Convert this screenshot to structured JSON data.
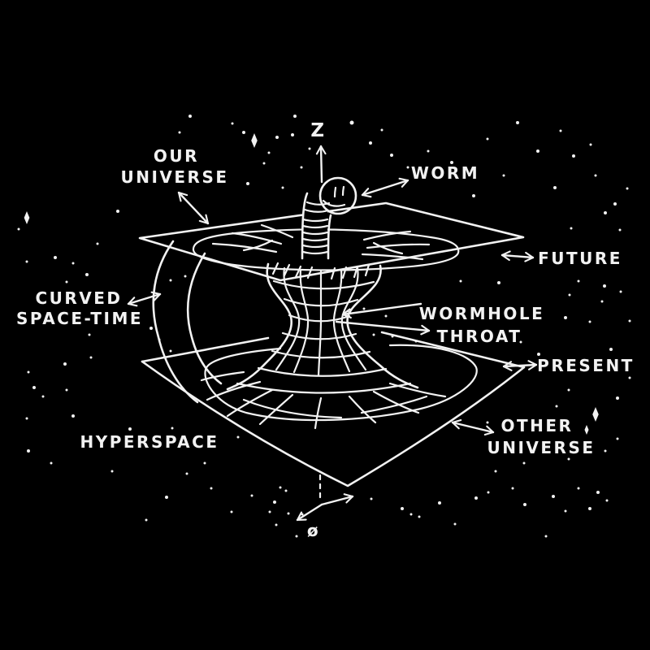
{
  "diagram": {
    "axis_top": "Z",
    "axis_bottom": "ø",
    "labels": {
      "our_universe": {
        "line1": "OUR",
        "line2": "UNIVERSE"
      },
      "worm": "WORM",
      "future": "FUTURE",
      "curved_space_time": {
        "line1": "CURVED",
        "line2": "SPACE-TIME"
      },
      "wormhole_throat": {
        "line1": "WORMHOLE",
        "line2": "THROAT"
      },
      "present": "PRESENT",
      "hyperspace": "HYPERSPACE",
      "other_universe": {
        "line1": "OTHER",
        "line2": "UNIVERSE"
      }
    }
  },
  "colors": {
    "background": "#000000",
    "ink": "#f2f2f2"
  },
  "decor": {
    "star_dots": [
      [
        363,
        143,
        2
      ],
      [
        433,
        151,
        2.5
      ],
      [
        300,
        163,
        2
      ],
      [
        341,
        169,
        2
      ],
      [
        286,
        152,
        1.5
      ],
      [
        331,
        188,
        1.5
      ],
      [
        360,
        166,
        2
      ],
      [
        381,
        183,
        1.5
      ],
      [
        221,
        163,
        1.5
      ],
      [
        234,
        143,
        2
      ],
      [
        456,
        176,
        2
      ],
      [
        470,
        160,
        1.5
      ],
      [
        482,
        191,
        2
      ],
      [
        502,
        206,
        1.5
      ],
      [
        527,
        186,
        1.5
      ],
      [
        556,
        200,
        2
      ],
      [
        600,
        171,
        1.5
      ],
      [
        637,
        151,
        2
      ],
      [
        662,
        186,
        2
      ],
      [
        690,
        161,
        1.5
      ],
      [
        706,
        192,
        2
      ],
      [
        727,
        178,
        1.5
      ],
      [
        583,
        241,
        2
      ],
      [
        620,
        216,
        1.5
      ],
      [
        683,
        231,
        2
      ],
      [
        733,
        216,
        1.5
      ],
      [
        757,
        251,
        2
      ],
      [
        772,
        232,
        1.5
      ],
      [
        325,
        201,
        1.5
      ],
      [
        305,
        226,
        2
      ],
      [
        348,
        231,
        1.5
      ],
      [
        371,
        206,
        1.5
      ],
      [
        145,
        260,
        2
      ],
      [
        120,
        300,
        1.5
      ],
      [
        68,
        317,
        2
      ],
      [
        90,
        324,
        1.5
      ],
      [
        107,
        338,
        2
      ],
      [
        82,
        347,
        1.5
      ],
      [
        23,
        282,
        1.5
      ],
      [
        33,
        322,
        1.5
      ],
      [
        210,
        345,
        1.5
      ],
      [
        228,
        340,
        1.5
      ],
      [
        196,
        418,
        1.5
      ],
      [
        186,
        404,
        2
      ],
      [
        210,
        432,
        1.5
      ],
      [
        110,
        412,
        1.5
      ],
      [
        112,
        440,
        1.5
      ],
      [
        80,
        448,
        2
      ],
      [
        35,
        458,
        1.5
      ],
      [
        42,
        477,
        2
      ],
      [
        53,
        488,
        1.5
      ],
      [
        82,
        480,
        1.5
      ],
      [
        90,
        512,
        2
      ],
      [
        33,
        515,
        1.5
      ],
      [
        35,
        555,
        2
      ],
      [
        63,
        570,
        1.5
      ],
      [
        160,
        528,
        2
      ],
      [
        138,
        580,
        1.5
      ],
      [
        567,
        346,
        1.5
      ],
      [
        614,
        348,
        2
      ],
      [
        701,
        363,
        1.5
      ],
      [
        696,
        391,
        2
      ],
      [
        726,
        396,
        1.5
      ],
      [
        641,
        421,
        1.5
      ],
      [
        663,
        436,
        2
      ],
      [
        703,
        281,
        1.5
      ],
      [
        745,
        262,
        2
      ],
      [
        763,
        283,
        1.5
      ],
      [
        712,
        346,
        1.5
      ],
      [
        744,
        352,
        2
      ],
      [
        764,
        359,
        1.5
      ],
      [
        741,
        371,
        1.5
      ],
      [
        775,
        395,
        1.5
      ],
      [
        752,
        430,
        2
      ],
      [
        775,
        465,
        1.5
      ],
      [
        700,
        480,
        1.5
      ],
      [
        760,
        490,
        2
      ],
      [
        685,
        500,
        1.5
      ],
      [
        428,
        383,
        1.5
      ],
      [
        448,
        380,
        1.5
      ],
      [
        475,
        389,
        1.5
      ],
      [
        460,
        412,
        1.5
      ],
      [
        483,
        414,
        1.5
      ],
      [
        512,
        420,
        1.5
      ],
      [
        600,
        520,
        1.5
      ],
      [
        645,
        570,
        1.5
      ],
      [
        610,
        580,
        1.5
      ],
      [
        700,
        565,
        1.5
      ],
      [
        745,
        555,
        1.5
      ],
      [
        760,
        540,
        1.5
      ],
      [
        495,
        626,
        2
      ],
      [
        506,
        633,
        1.5
      ],
      [
        516,
        636,
        1.5
      ],
      [
        541,
        619,
        2
      ],
      [
        586,
        613,
        2
      ],
      [
        601,
        606,
        1.5
      ],
      [
        646,
        621,
        2
      ],
      [
        681,
        611,
        2
      ],
      [
        696,
        629,
        1.5
      ],
      [
        736,
        606,
        2
      ],
      [
        712,
        601,
        1.5
      ],
      [
        726,
        626,
        2
      ],
      [
        747,
        616,
        1.5
      ],
      [
        672,
        660,
        1.5
      ],
      [
        631,
        601,
        1.5
      ],
      [
        560,
        645,
        1.5
      ],
      [
        345,
        600,
        1.5
      ],
      [
        352,
        604,
        1.5
      ],
      [
        338,
        618,
        2
      ],
      [
        332,
        630,
        1.5
      ],
      [
        355,
        632,
        1.5
      ],
      [
        372,
        633,
        1.5
      ],
      [
        340,
        646,
        1.5
      ],
      [
        310,
        610,
        1.5
      ],
      [
        285,
        630,
        1.5
      ],
      [
        260,
        601,
        1.5
      ],
      [
        293,
        538,
        1.5
      ],
      [
        252,
        570,
        1.5
      ],
      [
        212,
        527,
        1.5
      ],
      [
        230,
        583,
        1.5
      ],
      [
        205,
        612,
        2
      ],
      [
        180,
        640,
        1.5
      ],
      [
        365,
        660,
        1.5
      ],
      [
        457,
        614,
        1.5
      ]
    ],
    "diamond_stars": [
      [
        313,
        173,
        9
      ],
      [
        33,
        268,
        8
      ],
      [
        733,
        510,
        9
      ],
      [
        722,
        529,
        6
      ]
    ]
  }
}
